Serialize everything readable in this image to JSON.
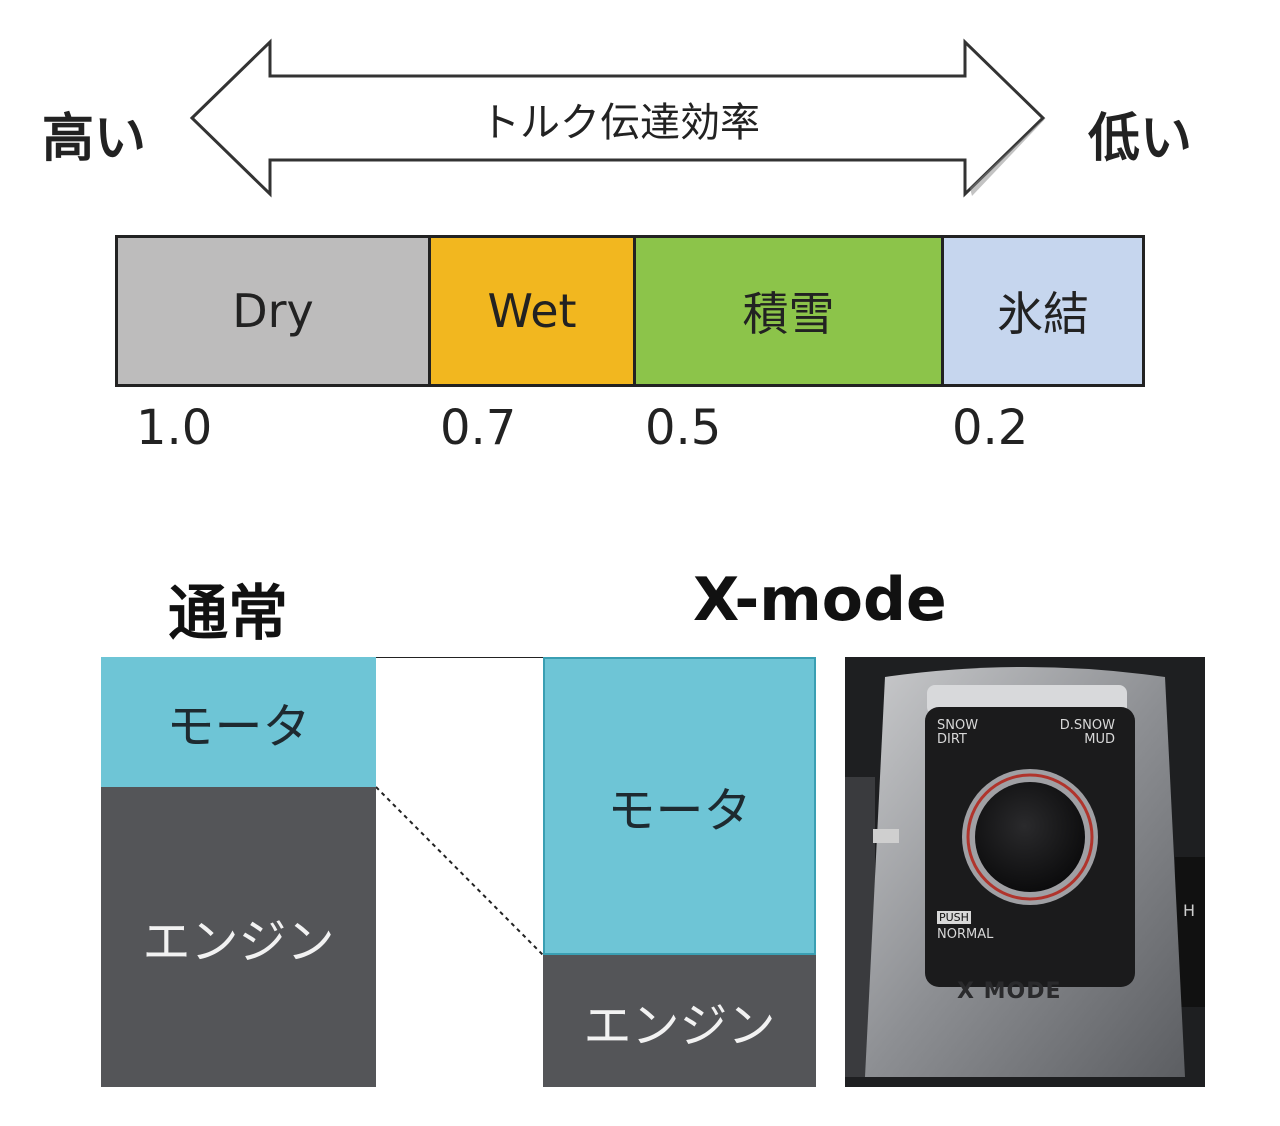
{
  "header": {
    "left_label": "高い",
    "right_label": "低い",
    "arrow_label": "トルク伝達効率"
  },
  "scale": {
    "segments": [
      {
        "label": "Dry",
        "color": "#bdbcbc"
      },
      {
        "label": "Wet",
        "color": "#f2b71f"
      },
      {
        "label": "積雪",
        "color": "#8cc44a"
      },
      {
        "label": "氷結",
        "color": "#c6d6ee"
      }
    ],
    "ticks": [
      "1.0",
      "0.7",
      "0.5",
      "0.2"
    ]
  },
  "normal": {
    "title": "通常",
    "motor_label": "モータ",
    "engine_label": "エンジン"
  },
  "xmode": {
    "title": "X-mode",
    "motor_label": "モータ",
    "engine_label": "エンジン"
  },
  "dial": {
    "top_left": [
      "SNOW",
      "DIRT"
    ],
    "top_right": [
      "D.SNOW",
      "MUD"
    ],
    "push": "PUSH",
    "normal": "NORMAL",
    "logo": "X MODE",
    "side": "H"
  },
  "colors": {
    "motor": "#6ec5d6",
    "engine": "#545558"
  }
}
